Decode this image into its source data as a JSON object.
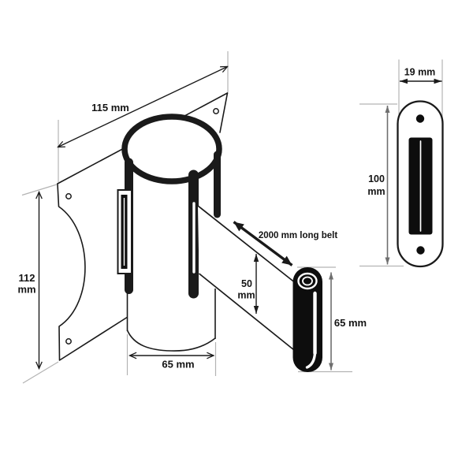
{
  "drawing": {
    "description": "Wall mounted retractable belt barrier - dimensioned technical drawing",
    "colors": {
      "line": "#1a1a1a",
      "extension": "#b3b3b3",
      "dim_secondary": "#6f6f6f",
      "fill": "#ffffff",
      "solid": "#0d0d0d"
    },
    "front_view": {
      "plate_width_label": "115 mm",
      "plate_height_label_line1": "112",
      "plate_height_label_line2": "mm",
      "barrel_diameter_label": "65 mm",
      "belt_width_label_line1": "50",
      "belt_width_label_line2": "mm",
      "belt_length_label": "2000 mm long belt",
      "end_clip_height_label": "65 mm"
    },
    "receiver_view": {
      "width_label": "19 mm",
      "height_label_line1": "100",
      "height_label_line2": "mm"
    }
  }
}
